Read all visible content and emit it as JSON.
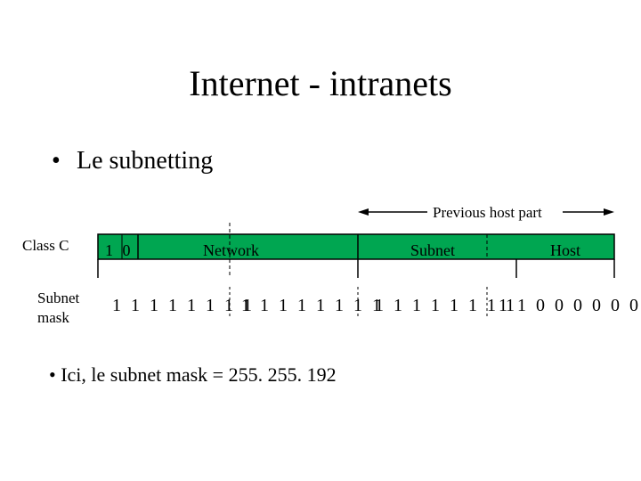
{
  "title": "Internet - intranets",
  "bullet1": {
    "marker": "•",
    "text": "Le subnetting"
  },
  "previous_host_part": "Previous host part",
  "rows": {
    "class_label": "Class C",
    "mask_label": "Subnet mask"
  },
  "class_c": {
    "prefix_bits": "1 0",
    "fields": {
      "network": "Network",
      "subnet": "Subnet",
      "host": "Host"
    }
  },
  "mask_bits": [
    "1 1 1 1 1 1 1 1",
    "1 1 1 1 1 1 1 1",
    "1 1 1 1 1 1 1 1",
    "1 1  0 0 0 0 0 0"
  ],
  "bullet2": "• Ici, le subnet mask = 255. 255. 192",
  "colors": {
    "box_fill": "#00a651",
    "line": "#000000",
    "background": "#ffffff"
  }
}
